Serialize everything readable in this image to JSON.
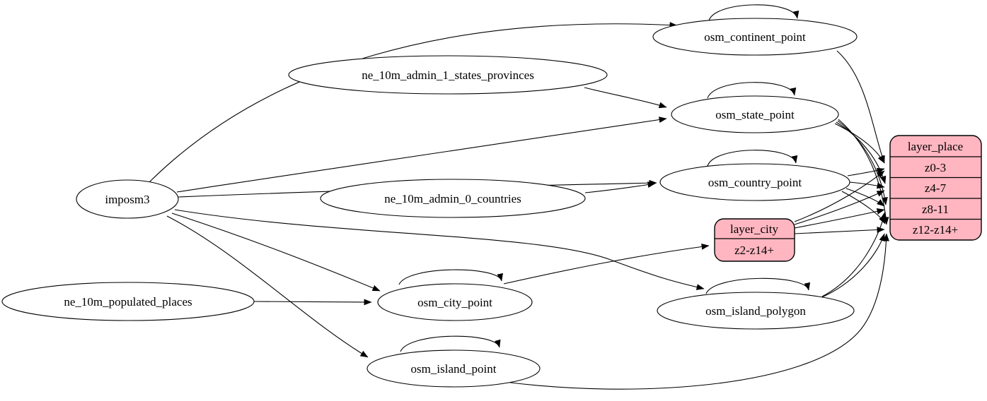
{
  "diagram": {
    "background": "#ffffff",
    "edge_color": "#000000",
    "record_fill": "#ffb6c1",
    "record_stroke": "#000000",
    "table_nodes": [
      {
        "id": "imposm3",
        "label": "imposm3"
      },
      {
        "id": "ne_10m_admin_1_states_provinces",
        "label": "ne_10m_admin_1_states_provinces"
      },
      {
        "id": "ne_10m_admin_0_countries",
        "label": "ne_10m_admin_0_countries"
      },
      {
        "id": "ne_10m_populated_places",
        "label": "ne_10m_populated_places"
      },
      {
        "id": "osm_continent_point",
        "label": "osm_continent_point"
      },
      {
        "id": "osm_state_point",
        "label": "osm_state_point"
      },
      {
        "id": "osm_country_point",
        "label": "osm_country_point"
      },
      {
        "id": "osm_city_point",
        "label": "osm_city_point"
      },
      {
        "id": "osm_island_polygon",
        "label": "osm_island_polygon"
      },
      {
        "id": "osm_island_point",
        "label": "osm_island_point"
      }
    ],
    "layer_nodes": [
      {
        "id": "layer_city",
        "title": "layer_city",
        "rows": [
          "z2-z14+"
        ]
      },
      {
        "id": "layer_place",
        "title": "layer_place",
        "rows": [
          "z0-3",
          "z4-7",
          "z8-11",
          "z12-z14+"
        ]
      }
    ],
    "edges": [
      {
        "from": "imposm3",
        "to": "osm_continent_point"
      },
      {
        "from": "imposm3",
        "to": "osm_state_point"
      },
      {
        "from": "imposm3",
        "to": "osm_country_point"
      },
      {
        "from": "imposm3",
        "to": "osm_city_point"
      },
      {
        "from": "imposm3",
        "to": "osm_island_polygon"
      },
      {
        "from": "imposm3",
        "to": "osm_island_point"
      },
      {
        "from": "ne_10m_admin_1_states_provinces",
        "to": "osm_state_point"
      },
      {
        "from": "ne_10m_admin_0_countries",
        "to": "osm_country_point"
      },
      {
        "from": "ne_10m_populated_places",
        "to": "osm_city_point"
      },
      {
        "from": "osm_continent_point",
        "to": "osm_continent_point"
      },
      {
        "from": "osm_state_point",
        "to": "osm_state_point"
      },
      {
        "from": "osm_country_point",
        "to": "osm_country_point"
      },
      {
        "from": "osm_city_point",
        "to": "osm_city_point"
      },
      {
        "from": "osm_island_polygon",
        "to": "osm_island_polygon"
      },
      {
        "from": "osm_island_point",
        "to": "osm_island_point"
      },
      {
        "from": "osm_continent_point",
        "to": "layer_place",
        "to_port": "z0-3"
      },
      {
        "from": "osm_state_point",
        "to": "layer_place",
        "to_port": "z0-3"
      },
      {
        "from": "osm_state_point",
        "to": "layer_place",
        "to_port": "z4-7"
      },
      {
        "from": "osm_state_point",
        "to": "layer_place",
        "to_port": "z8-11"
      },
      {
        "from": "osm_state_point",
        "to": "layer_place",
        "to_port": "z12-z14+"
      },
      {
        "from": "osm_country_point",
        "to": "layer_place",
        "to_port": "z0-3"
      },
      {
        "from": "osm_country_point",
        "to": "layer_place",
        "to_port": "z4-7"
      },
      {
        "from": "osm_country_point",
        "to": "layer_place",
        "to_port": "z8-11"
      },
      {
        "from": "osm_country_point",
        "to": "layer_place",
        "to_port": "z12-z14+"
      },
      {
        "from": "osm_city_point",
        "to": "layer_city",
        "to_port": "z2-z14+"
      },
      {
        "from": "layer_city",
        "to": "layer_place",
        "to_port": "z0-3"
      },
      {
        "from": "layer_city",
        "to": "layer_place",
        "to_port": "z4-7"
      },
      {
        "from": "layer_city",
        "to": "layer_place",
        "to_port": "z8-11"
      },
      {
        "from": "layer_city",
        "to": "layer_place",
        "to_port": "z12-z14+"
      },
      {
        "from": "osm_island_polygon",
        "to": "layer_place",
        "to_port": "z8-11"
      },
      {
        "from": "osm_island_polygon",
        "to": "layer_place",
        "to_port": "z12-z14+"
      },
      {
        "from": "osm_island_point",
        "to": "layer_place",
        "to_port": "z12-z14+"
      }
    ]
  }
}
